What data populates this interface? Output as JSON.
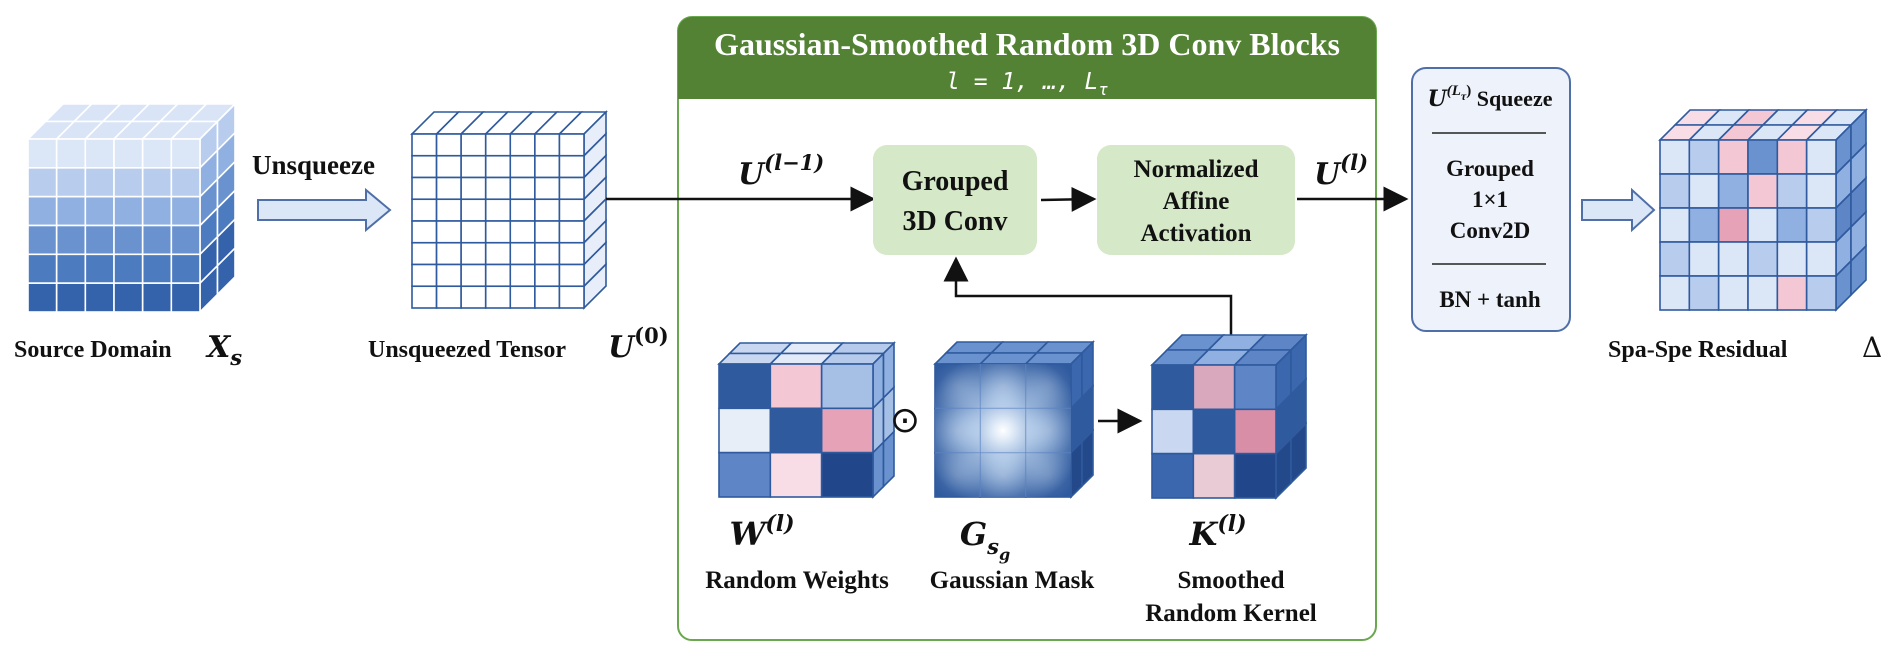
{
  "block": {
    "title": "Gaussian-Smoothed Random 3D Conv Blocks",
    "subtitle": "l = 1, …, L",
    "subtitle_sub": "τ",
    "colors": {
      "header": "#548235",
      "frame": "#6aa84f",
      "node_fill": "#d5e8c8"
    }
  },
  "source": {
    "label": "Source Domain",
    "symbol": "X",
    "symbol_sub": "s"
  },
  "unsqueeze": {
    "label": "Unsqueeze"
  },
  "unsqueezed": {
    "label": "Unsqueezed Tensor",
    "symbol": "U",
    "symbol_sup": "(0)"
  },
  "edge_input": {
    "symbol": "U",
    "symbol_sup": "(l−1)"
  },
  "grouped_conv": {
    "line1": "Grouped",
    "line2": "3D Conv"
  },
  "affine": {
    "line1": "Normalized",
    "line2": "Affine",
    "line3": "Activation"
  },
  "edge_output": {
    "symbol": "U",
    "symbol_sup": "(l)"
  },
  "weights": {
    "symbol": "W",
    "symbol_sup": "(l)",
    "label": "Random Weights"
  },
  "hadamard": {
    "symbol": "⊙"
  },
  "mask": {
    "symbol": "G",
    "symbol_sub": "s",
    "symbol_subsub": "g",
    "label": "Gaussian Mask"
  },
  "kernel": {
    "symbol": "K",
    "symbol_sup": "(l)",
    "label1": "Smoothed",
    "label2": "Random Kernel"
  },
  "squeeze": {
    "head_symbol": "U",
    "head_sup": "(L",
    "head_supsub": "τ",
    "head_sup_close": ")",
    "head_label": "Squeeze",
    "mid1": "Grouped",
    "mid2": "1×1",
    "mid3": "Conv2D",
    "bottom": "BN + tanh",
    "colors": {
      "fill": "#eef2fa",
      "border": "#4f6fa8"
    }
  },
  "residual": {
    "label": "Spa-Spe Residual",
    "symbol": "Δ"
  }
}
